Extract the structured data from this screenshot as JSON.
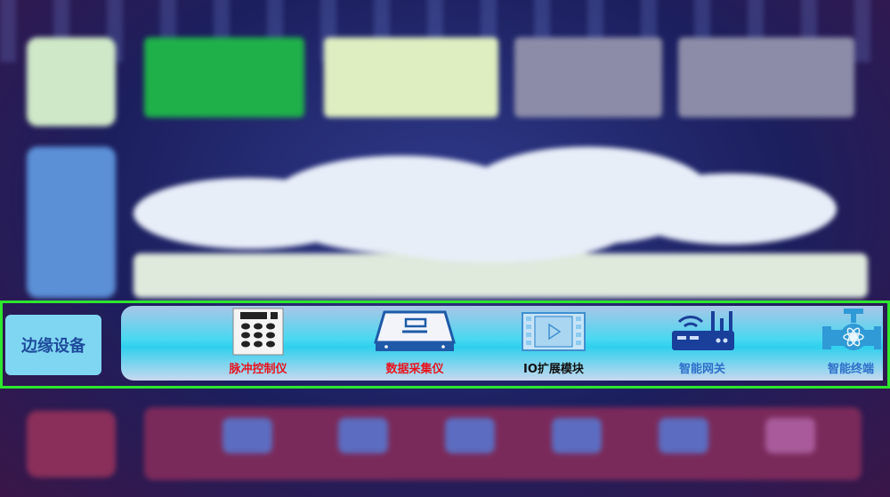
{
  "edge_section": {
    "label": "边缘设备",
    "devices": [
      {
        "name": "脉冲控制仪",
        "color": "#e8141e"
      },
      {
        "name": "数据采集仪",
        "color": "#e8141e"
      },
      {
        "name": "IO扩展模块",
        "color": "#111111"
      },
      {
        "name": "智能网关",
        "color": "#2e6fc9"
      },
      {
        "name": "智能终端",
        "color": "#2e6fc9"
      }
    ]
  },
  "colors": {
    "highlight_border": "#2ee62e",
    "label_bg": "#7fd6f2",
    "icon_blue": "#1e5aa8"
  },
  "icons": [
    "keypad-controller-icon",
    "data-collector-icon",
    "io-module-icon",
    "gateway-icon",
    "smart-terminal-icon"
  ]
}
